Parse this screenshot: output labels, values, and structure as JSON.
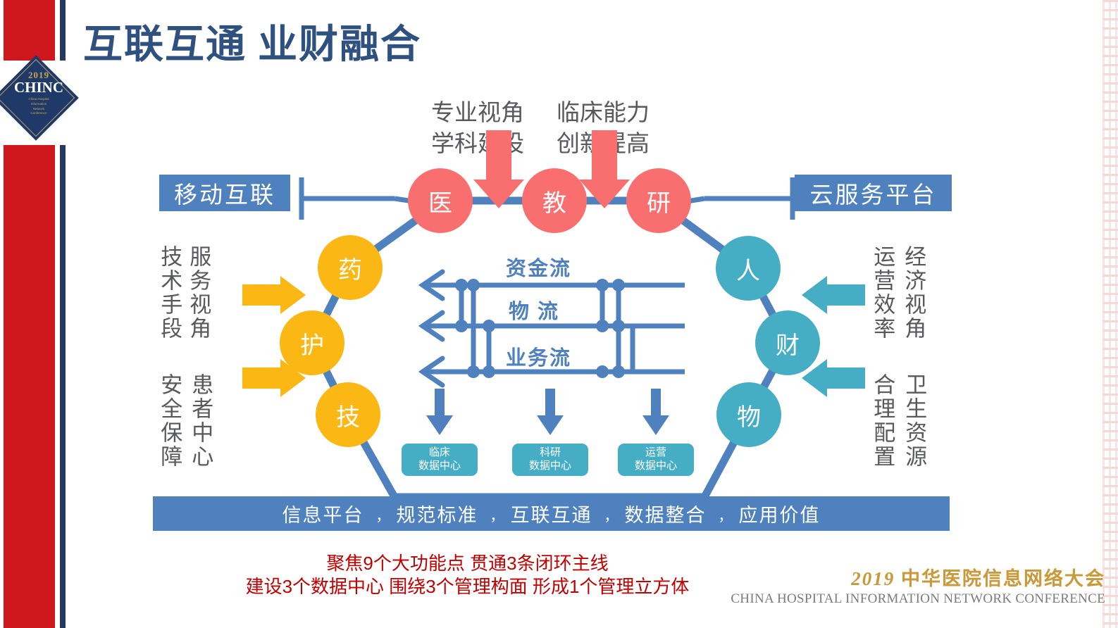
{
  "slide": {
    "title": "互联互通  业财融合",
    "title_color": "#2E5180",
    "accent_red": "#CE181E",
    "accent_navy": "#243A63"
  },
  "logo": {
    "year": "2019",
    "name": "CHINC",
    "sub_line1": "China Hospital",
    "sub_line2": "Information",
    "sub_line3": "Network",
    "sub_line4": "Conference"
  },
  "top_captions": [
    {
      "line1": "专业视角",
      "line2": "学科建设"
    },
    {
      "line1": "临床能力",
      "line2": "创新提高"
    }
  ],
  "banners": {
    "left": "移动互联",
    "right": "云服务平台"
  },
  "nodes": {
    "top": [
      {
        "label": "医",
        "color": "#F96E6E"
      },
      {
        "label": "教",
        "color": "#F96E6E"
      },
      {
        "label": "研",
        "color": "#F96E6E"
      }
    ],
    "left": [
      {
        "label": "药",
        "color": "#FBB713"
      },
      {
        "label": "护",
        "color": "#FBB713"
      },
      {
        "label": "技",
        "color": "#FBB713"
      }
    ],
    "right": [
      {
        "label": "人",
        "color": "#45AEC4"
      },
      {
        "label": "财",
        "color": "#45AEC4"
      },
      {
        "label": "物",
        "color": "#45AEC4"
      }
    ]
  },
  "left_labels": [
    {
      "outer": "技术手段",
      "inner": "服务视角"
    },
    {
      "outer": "安全保障",
      "inner": "患者中心"
    }
  ],
  "right_labels": [
    {
      "inner": "运营效率",
      "outer": "经济视角"
    },
    {
      "inner": "合理配置",
      "outer": "卫生资源"
    }
  ],
  "flows": [
    {
      "label": "资金流"
    },
    {
      "label": "物  流"
    },
    {
      "label": "业务流"
    }
  ],
  "data_centers": [
    {
      "line1": "临床",
      "line2": "数据中心"
    },
    {
      "line1": "科研",
      "line2": "数据中心"
    },
    {
      "line1": "运营",
      "line2": "数据中心"
    }
  ],
  "bottom_bar": {
    "items": [
      "信息平台",
      "规范标准",
      "互联互通",
      "数据整合",
      "应用价值"
    ],
    "separator": ","
  },
  "summary": {
    "line1": "聚焦9个大功能点      贯通3条闭环主线",
    "line2": "建设3个数据中心    围绕3个管理构面    形成1个管理立方体",
    "color": "#C00000"
  },
  "conference": {
    "year": "2019",
    "name_cn": "中华医院信息网络大会",
    "name_en": "CHINA HOSPITAL INFORMATION NETWORK CONFERENCE"
  }
}
